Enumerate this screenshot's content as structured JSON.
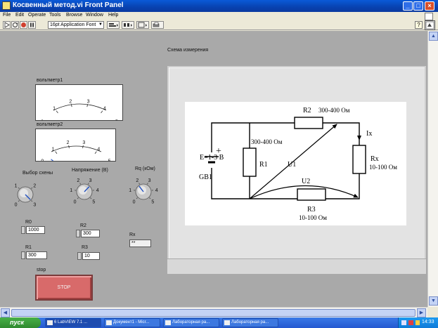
{
  "window": {
    "title": "Косвенный метод.vi Front Panel",
    "min_label": "_",
    "max_label": "□",
    "close_label": "×"
  },
  "menu": {
    "items": [
      {
        "label": "File"
      },
      {
        "label": "Edit"
      },
      {
        "label": "Operate"
      },
      {
        "label": "Tools"
      },
      {
        "label": "Browse"
      },
      {
        "label": "Window"
      },
      {
        "label": "Help"
      }
    ]
  },
  "toolbar": {
    "font_select": "16pt Application Font",
    "help_label": "?"
  },
  "panel": {
    "voltmeter1": {
      "label": "вольтметр1",
      "scale": [
        "0",
        "1",
        "2",
        "3",
        "4",
        "5"
      ],
      "value": 0.3
    },
    "voltmeter2": {
      "label": "вольтметр2",
      "scale": [
        "0",
        "1",
        "2",
        "3",
        "4",
        "5"
      ],
      "value": 0.4
    },
    "knob_scheme": {
      "label": "Выбор схены",
      "scale": [
        "0",
        "1",
        "2",
        "3"
      ],
      "value": 3
    },
    "knob_voltage": {
      "label": "Напряжение (В)",
      "scale": [
        "0",
        "1",
        "2",
        "3",
        "4",
        "5"
      ],
      "value": 3.3
    },
    "knob_rq": {
      "label": "Rq (кОм)",
      "scale": [
        "0",
        "1",
        "2",
        "3",
        "4",
        "5"
      ],
      "value": 1.8
    },
    "r0": {
      "label": "R0",
      "value": "1000"
    },
    "r1": {
      "label": "R1",
      "value": "300"
    },
    "r2": {
      "label": "R2",
      "value": "300"
    },
    "r3": {
      "label": "R3",
      "value": "10"
    },
    "rx": {
      "label": "Rx",
      "value": "**"
    },
    "stop": {
      "label": "stop",
      "button_text": "STOP"
    },
    "scheme_title": "Схема измерения",
    "schematic": {
      "e_label": "E=1-3 В",
      "gb1": "GB1",
      "r1": "R1",
      "r1_val": "300-400 Ом",
      "r2": "R2",
      "r2_val": "300-400 Ом",
      "ix": "Ix",
      "rx": "Rx",
      "rx_val": "10-100 Ом",
      "u1": "U1",
      "u2": "U2",
      "r3": "R3",
      "r3_val": "10-100 Ом",
      "plus": "+"
    }
  },
  "taskbar": {
    "start": "пуск",
    "tasks": [
      {
        "label": "6 LabVIEW 7.1 ..."
      },
      {
        "label": "Документ1 - Micr..."
      },
      {
        "label": "Лабораторная ра..."
      },
      {
        "label": "Лабораторная ра..."
      }
    ],
    "clock": "14:33"
  }
}
